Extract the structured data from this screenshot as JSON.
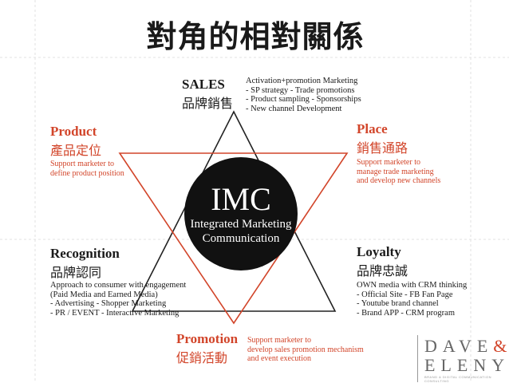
{
  "title": "對角的相對關係",
  "sales": {
    "en": "SALES",
    "zh": "品牌銷售",
    "items": [
      "Activation+promotion Marketing",
      "- SP strategy   - Trade promotions",
      "- Product sampling   - Sponsorships",
      "- New channel Development"
    ]
  },
  "product": {
    "en": "Product",
    "zh": "產品定位",
    "note": [
      "Support marketer to",
      "define product position"
    ]
  },
  "place": {
    "en": "Place",
    "zh": "銷售通路",
    "note": [
      "Support marketer to",
      "manage trade marketing",
      "and develop new channels"
    ]
  },
  "recognition": {
    "en": "Recognition",
    "zh": "品牌認同",
    "items": [
      "Approach to consumer with engagement",
      "(Paid Media and Earned Media)",
      "- Advertising   - Shopper Marketing",
      "- PR / EVENT  - Interactive Marketing"
    ]
  },
  "loyalty": {
    "en": "Loyalty",
    "zh": "品牌忠誠",
    "items": [
      "OWN media with CRM thinking",
      "- Official Site   - FB Fan Page",
      "- Youtube brand channel",
      "- Brand APP   - CRM program"
    ]
  },
  "promotion": {
    "en": "Promotion",
    "zh": "促銷活動",
    "note": [
      "Support marketer to",
      "develop sales promotion mechanism",
      "and event execution"
    ]
  },
  "center": {
    "title": "IMC",
    "line1": "Integrated Marketing",
    "line2": "Communication"
  },
  "logo": {
    "line1": "DAVE",
    "amp": "&",
    "line2": "ELENY",
    "tagline": "BRAND & DIGITAL COMMUNICATION CONSULTING"
  },
  "colors": {
    "accent": "#d2452a",
    "text": "#1a1a1a",
    "circle": "#111111"
  }
}
